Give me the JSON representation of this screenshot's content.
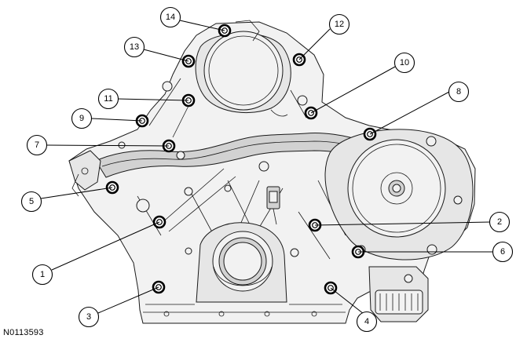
{
  "figure_id": "N0113593",
  "callouts": [
    {
      "label": "1"
    },
    {
      "label": "2"
    },
    {
      "label": "3"
    },
    {
      "label": "4"
    },
    {
      "label": "5"
    },
    {
      "label": "6"
    },
    {
      "label": "7"
    },
    {
      "label": "8"
    },
    {
      "label": "9"
    },
    {
      "label": "10"
    },
    {
      "label": "11"
    },
    {
      "label": "12"
    },
    {
      "label": "13"
    },
    {
      "label": "14"
    }
  ]
}
